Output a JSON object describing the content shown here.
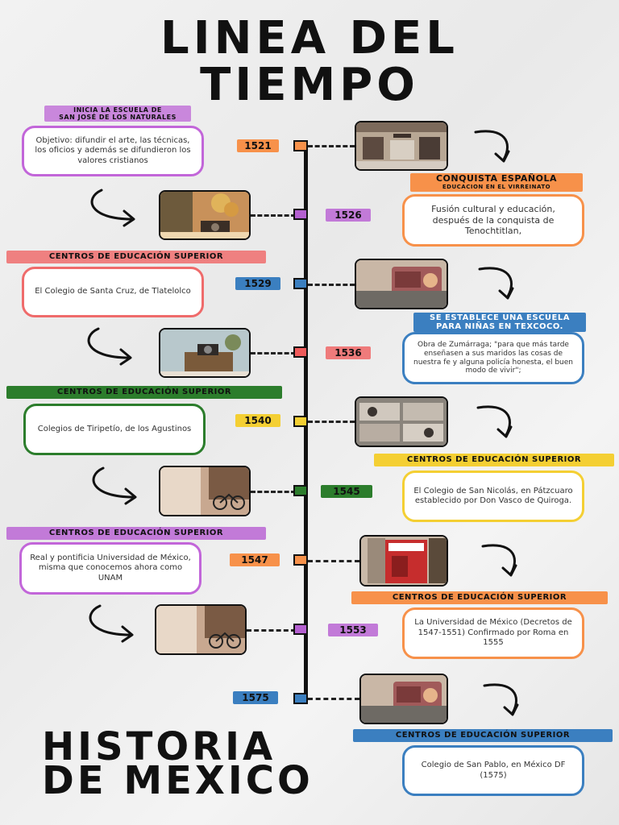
{
  "title": {
    "line1": "LINEA DEL",
    "line2": "TIEMPO"
  },
  "footer": {
    "line1": "HISTORIA",
    "line2": "DE MEXICO"
  },
  "colors": {
    "orange": "#f7914a",
    "purple": "#b45fd0",
    "blue": "#3b7fc0",
    "red": "#ef5a5a",
    "yellow": "#f4cf33",
    "green": "#2c7d2c",
    "pink": "#f07f7f"
  },
  "events": [
    {
      "year": "1521",
      "label1": "INICIA LA ESCUELA DE",
      "label2": "SAN JOSÉ DE LOS NATURALES",
      "text": "Objetivo: difundir el arte, las técnicas, los oficios y además se difundieron los valores cristianos"
    },
    {
      "year": "1526",
      "label1": "CONQUISTA ESPAÑOLA",
      "label2": "EDUCACION EN EL VIRREINATO",
      "text": "Fusión cultural y educación, después de la conquista de Tenochtitlan,"
    },
    {
      "year": "1529",
      "label1": "CENTROS DE EDUCACIÓN SUPERIOR",
      "text": "El Colegio de Santa Cruz, de Tlatelolco"
    },
    {
      "year": "1536",
      "label1": "SE ESTABLECE UNA ESCUELA",
      "label2": "PARA NIÑAS EN TEXCOCO.",
      "text": "Obra de Zumárraga; \"para que más tarde enseñasen a sus maridos las cosas de nuestra fe y alguna policía honesta, el buen modo de vivir\";"
    },
    {
      "year": "1540",
      "label1": "CENTROS DE EDUCACIÓN SUPERIOR",
      "text": "Colegios de Tiripetío, de los Agustinos"
    },
    {
      "year": "1545",
      "label1": "CENTROS DE EDUCACIÓN SUPERIOR",
      "text": "El Colegio de San Nicolás, en Pátzcuaro establecido por Don Vasco de Quiroga."
    },
    {
      "year": "1547",
      "label1": "CENTROS DE EDUCACIÓN SUPERIOR",
      "text": "Real y pontificia Universidad de México, misma que conocemos ahora como UNAM"
    },
    {
      "year": "1553",
      "label1": "CENTROS DE EDUCACIÓN SUPERIOR",
      "text": "La Universidad de México (Decretos de 1547-1551) Confirmado por Roma en 1555"
    },
    {
      "year": "1575",
      "label1": "CENTROS DE EDUCACIÓN SUPERIOR",
      "text": "Colegio de San Pablo, en México DF (1575)"
    }
  ]
}
